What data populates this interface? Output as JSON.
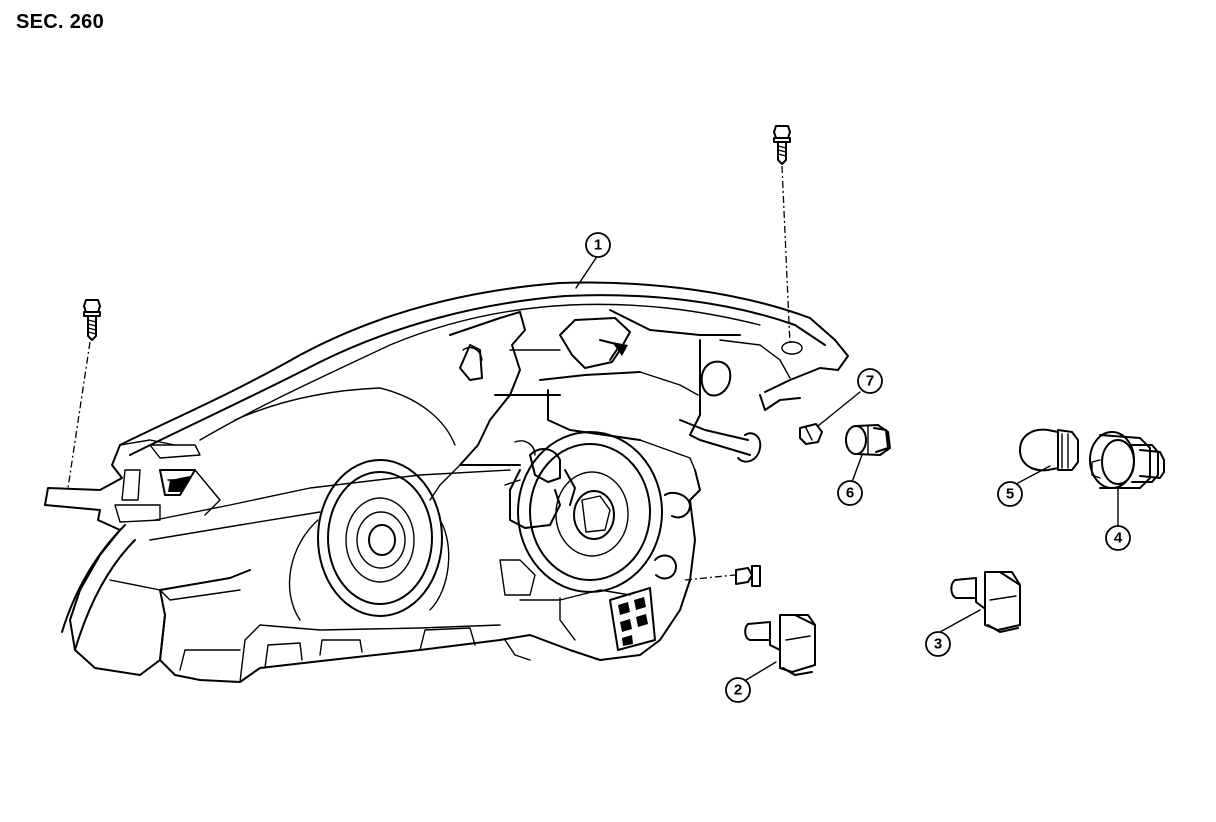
{
  "section_label": "SEC. 260",
  "callouts": [
    {
      "id": "1",
      "label": "1"
    },
    {
      "id": "2",
      "label": "2"
    },
    {
      "id": "3",
      "label": "3"
    },
    {
      "id": "4",
      "label": "4"
    },
    {
      "id": "5",
      "label": "5"
    },
    {
      "id": "6",
      "label": "6"
    },
    {
      "id": "7",
      "label": "7"
    }
  ]
}
